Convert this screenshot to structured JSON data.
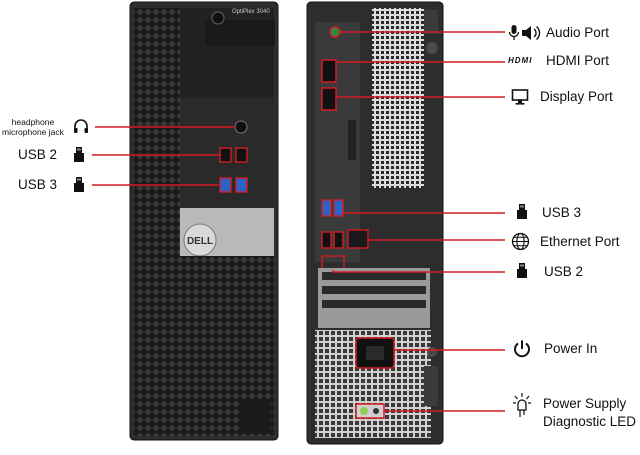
{
  "tower_front": {
    "model_text": "OptiPlex 3040",
    "brand_logo": "DELL"
  },
  "left_labels": {
    "headphone_line1": "headphone",
    "headphone_line2": "microphone jack",
    "usb2": "USB 2",
    "usb3": "USB 3"
  },
  "right_labels": {
    "audio": "Audio Port",
    "hdmi_logo": "HDMI",
    "hdmi": "HDMI Port",
    "display": "Display Port",
    "usb3": "USB 3",
    "ethernet": "Ethernet Port",
    "usb2": "USB 2",
    "power_in": "Power In",
    "psu_led_line1": "Power Supply",
    "psu_led_line2": "Diagnostic LED"
  },
  "colors": {
    "callout": "#d21b22",
    "chassis": "#2b2b2b",
    "usb3_blue": "#2d63c8",
    "label_text": "#111111"
  },
  "icons": [
    "headphone-icon",
    "usb-icon",
    "microphone-icon",
    "speaker-icon",
    "monitor-icon",
    "globe-icon",
    "power-icon",
    "led-icon"
  ]
}
